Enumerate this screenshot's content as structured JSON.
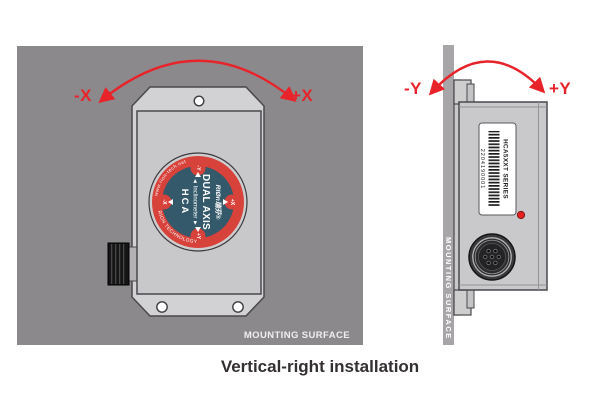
{
  "caption": "Vertical-right installation",
  "colors": {
    "arrow_red": "#e8232a",
    "ring_red": "#d7423b",
    "label_teal": "#33596a",
    "led_red": "#e81f1f",
    "panel_gray": "#8b898c",
    "bar_gray": "#a7a5a8",
    "device_gray": "#c9c8ca"
  },
  "left_view": {
    "axis_neg": "-X",
    "axis_pos": "+X",
    "surface_label": "MOUNTING SURFACE",
    "device_label": {
      "brand": "RIØn瑞芬®",
      "product": "DUAL AXIS",
      "type_line": "◄ Inclinometer ►",
      "model": "HCA",
      "ring_text_top": "www.rion-tech.net",
      "ring_text_bottom": "RION TECHNOLOGY",
      "tabs": {
        "top": "-Y",
        "right": "+X",
        "bottom": "+Y",
        "left": "-X"
      }
    }
  },
  "right_view": {
    "axis_neg": "-Y",
    "axis_pos": "+Y",
    "surface_label": "MOUNTING SURFACE",
    "sticker": {
      "series": "HCA5XXT SERIES",
      "serial": "2204190001"
    }
  }
}
